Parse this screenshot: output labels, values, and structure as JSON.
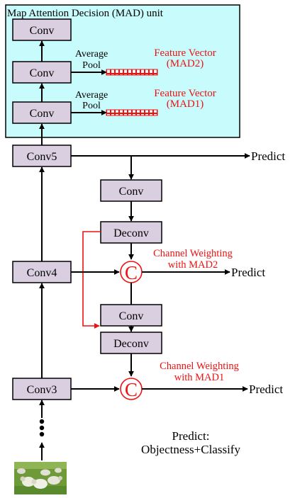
{
  "mad_unit": {
    "title": "Map Attention Decision (MAD) unit",
    "conv_top": "Conv",
    "conv_mid": "Conv",
    "conv_bottom": "Conv",
    "pool_upper": [
      "Average",
      "Pool"
    ],
    "pool_lower": [
      "Average",
      "Pool"
    ],
    "feature_upper": [
      "Feature Vector",
      "(MAD2)"
    ],
    "feature_lower": [
      "Feature Vector",
      "(MAD1)"
    ]
  },
  "backbone": {
    "conv5": "Conv5",
    "conv4": "Conv4",
    "conv3": "Conv3"
  },
  "branch": {
    "conv_a": "Conv",
    "deconv_a": "Deconv",
    "conv_b": "Conv",
    "deconv_b": "Deconv",
    "weight_upper": [
      "Channel Weighting",
      "with MAD2"
    ],
    "weight_lower": [
      "Channel Weighting",
      "with MAD1"
    ],
    "c_symbol": "C"
  },
  "outputs": {
    "predict_top": "Predict",
    "predict_mid": "Predict",
    "predict_bottom": "Predict"
  },
  "legend": {
    "line1": "Predict:",
    "line2": "Objectness+Classify"
  },
  "colors": {
    "mad_background": "#c8fbfb",
    "box_fill": "#d9cfe0",
    "accent_red": "#ee1111"
  },
  "image": "sheep-photo"
}
